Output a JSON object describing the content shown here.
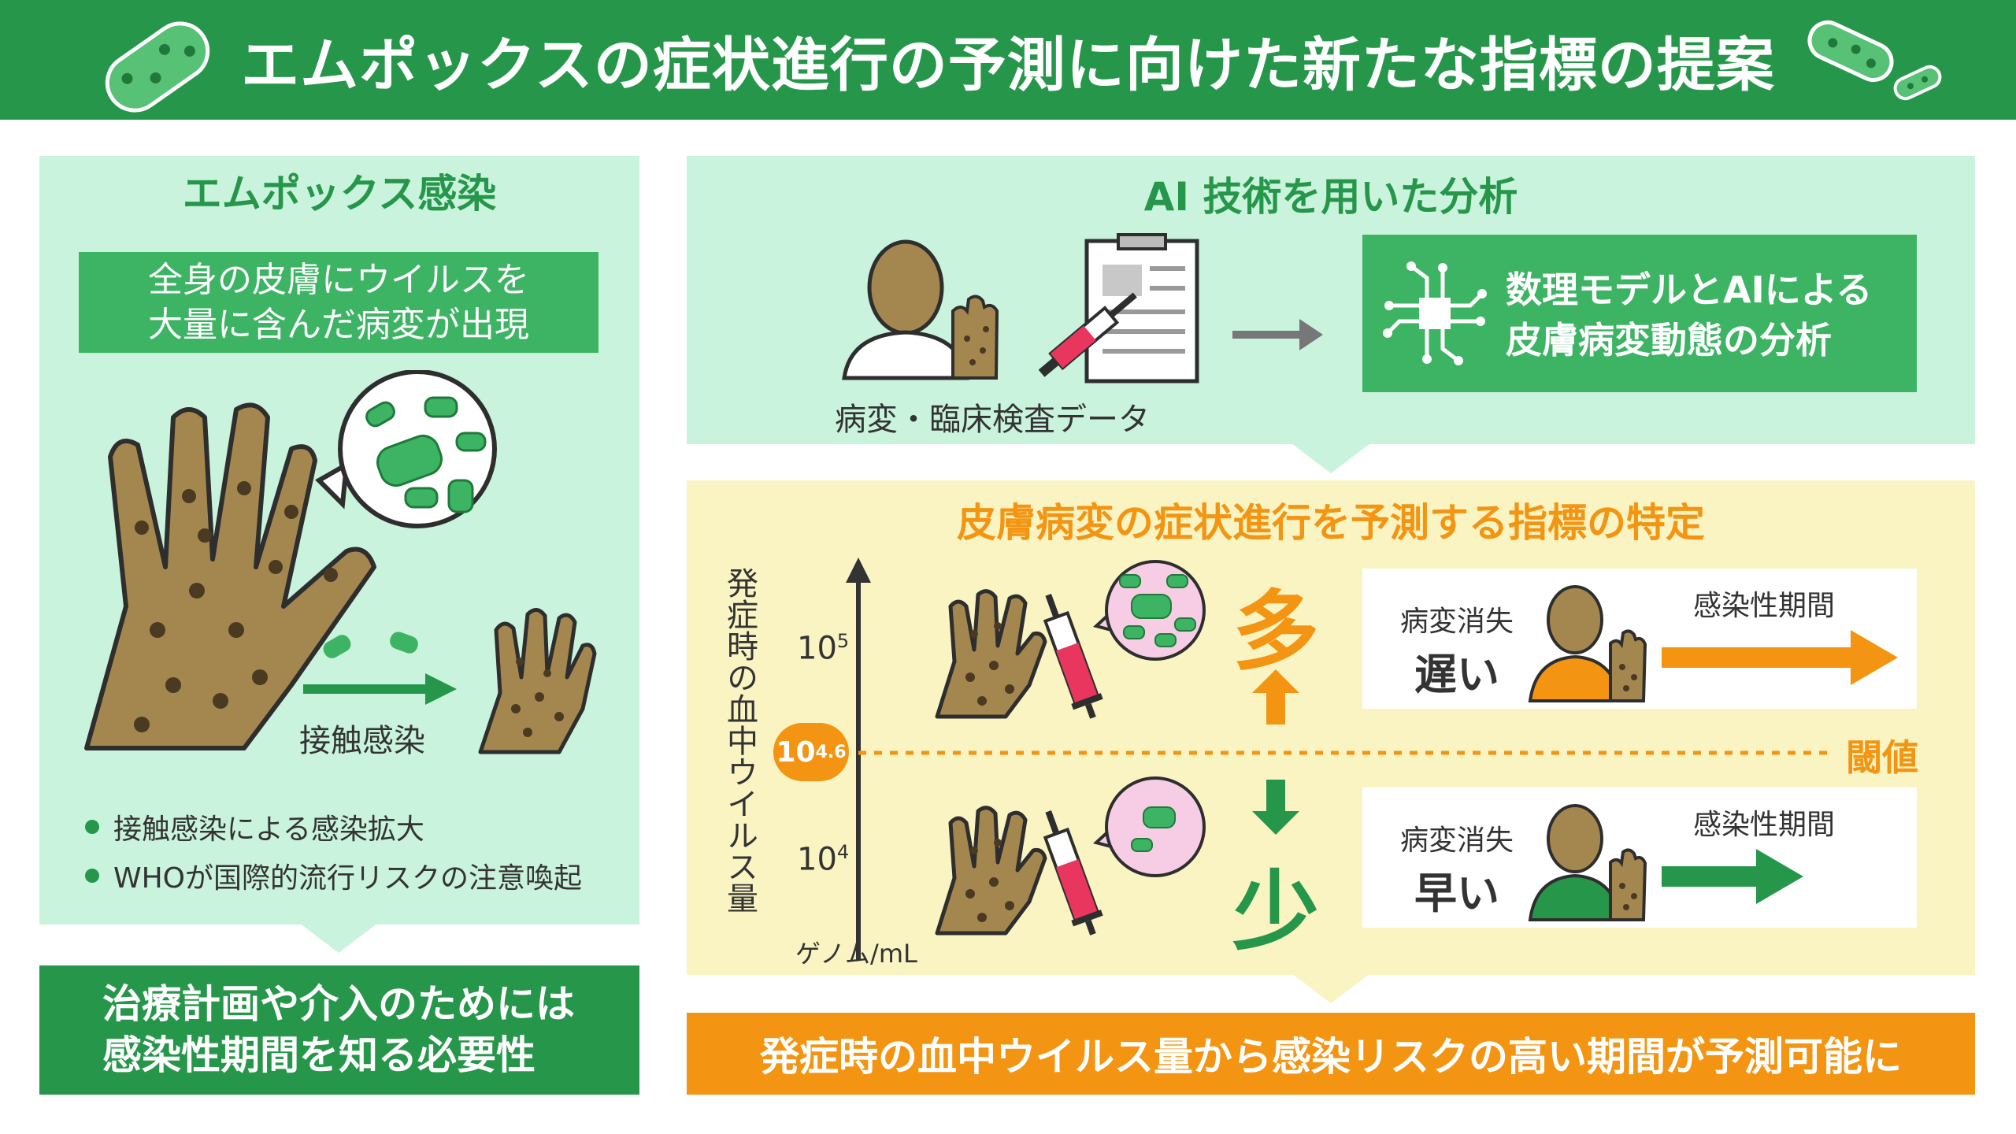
{
  "header": {
    "title": "エムポックスの症状進行の予測に向けた新たな指標の提案"
  },
  "left": {
    "title": "エムポックス感染",
    "box_line1": "全身の皮膚にウイルスを",
    "box_line2": "大量に含んだ病変が出現",
    "contact_label": "接触感染",
    "bullets": [
      "接触感染による感染拡大",
      "WHOが国際的流行リスクの注意喚起"
    ]
  },
  "bottom_left": {
    "line1": "治療計画や介入のためには",
    "line2": "感染性期間を知る必要性"
  },
  "ai": {
    "title": "AI 技術を用いた分析",
    "data_label": "病変・臨床検査データ",
    "model_line1": "数理モデルとAIによる",
    "model_line2": "皮膚病変動態の分析"
  },
  "indicator": {
    "title": "皮膚病変の症状進行を予測する指標の特定",
    "y_axis_label": "発症時の血中ウイルス量",
    "unit": "ゲノム/mL",
    "tick_high": {
      "base": "10",
      "exp": "5"
    },
    "tick_low": {
      "base": "10",
      "exp": "4"
    },
    "threshold_value": {
      "base": "10",
      "exp": "4.6"
    },
    "threshold_label": "閾値",
    "many": "多",
    "few": "少",
    "high_case": {
      "label1": "病変消失",
      "label2": "遅い",
      "period": "感染性期間"
    },
    "low_case": {
      "label1": "病変消失",
      "label2": "早い",
      "period": "感染性期間"
    }
  },
  "bottom_right": {
    "text": "発症時の血中ウイルス量から感染リスクの高い期間が予測可能に"
  },
  "colors": {
    "green": "#26974a",
    "light_green": "#c9f3dc",
    "yellow": "#f9f4c2",
    "orange": "#f39512",
    "skin": "#a4874f"
  }
}
